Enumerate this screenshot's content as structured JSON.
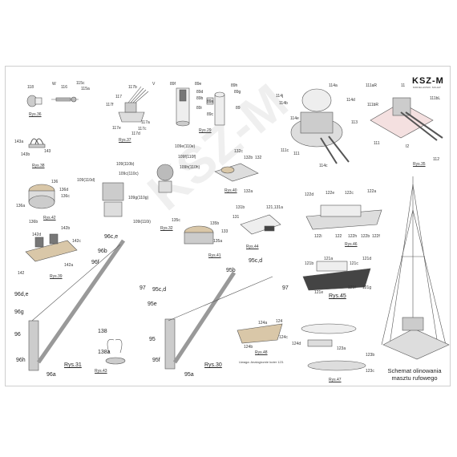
{
  "logo": {
    "main": "KSZ-M",
    "sub": "MODELARSKI SKLEP"
  },
  "watermark": "KSZ-M",
  "caption": {
    "line1": "Schemat olinowania",
    "line2": "masztu rufowego"
  },
  "figures": {
    "r36": "Rys.36",
    "r37": "Rys.37",
    "r29": "Rys.29",
    "r35": "Rys.35",
    "r38": "Rys.38",
    "r42": "Rys.42",
    "r32": "Rys.32",
    "r40": "Rys.40",
    "r44": "Rys.44",
    "r46": "Rys.46",
    "r41": "Rys.41",
    "r39": "Rys.39",
    "r45": "Rys.45",
    "r43": "Rys.43",
    "r31": "Rys.31",
    "r30": "Rys.30",
    "r48": "Rys.48",
    "r47": "Rys.47"
  },
  "note": "Uwaga: Analogicznie kuter 123.",
  "labels": {
    "l118": "118",
    "lW": "W",
    "l116": "116",
    "l115c": "115c",
    "l115a": "115a",
    "l117b": "117b",
    "lV": "V",
    "l117": "117",
    "l117f": "117f",
    "l117a": "117a",
    "l117e": "117e",
    "l117c": "117c",
    "l117d": "117d",
    "l89f": "89f",
    "l89e": "89e",
    "l89d": "89d",
    "l89b": "89b",
    "l89a": "89a",
    "l89i": "89i",
    "l89h": "89h",
    "l89g": "89g",
    "l89c": "89c",
    "l89": "89",
    "l114j": "114j",
    "l114b": "114b",
    "l114a": "114a",
    "l114d": "114d",
    "l114e": "114e",
    "l113": "113",
    "l111c": "111c",
    "l111": "111",
    "l114c": "114c",
    "l111aR": "111aR",
    "l11": "11",
    "l111bR": "111bR",
    "l111bL": "111bL",
    "l111b": "111",
    "l12": "I2",
    "l112": "112",
    "l143a": "143a",
    "l143b": "143b",
    "l143": "143",
    "l136": "136",
    "l136d": "136d",
    "l136c": "136c",
    "l136a": "136a",
    "l136b": "136b",
    "l109d": "109(110d)",
    "l109e": "109e(110e)",
    "l109h": "109h(110h)",
    "l109b": "109(110b)",
    "l109c": "109c(110c)",
    "l109f": "109f(110f)",
    "l109g": "109g(110g)",
    "l109i": "109i(110i)",
    "l132c": "132c",
    "l132b": "132b",
    "l132": "132",
    "l132a": "132a",
    "l131b": "131b",
    "l131a": "121,131a",
    "l131": "131",
    "l133": "133",
    "l135c": "135c",
    "l135b": "135b",
    "l135a": "135a",
    "l122d": "122d",
    "l122e": "122e",
    "l122c": "122c",
    "l122a": "122a",
    "l122i": "122i",
    "l122": "122",
    "l122h": "122h",
    "l122b": "122b",
    "l122f": "122f",
    "l142d": "142d",
    "l142b": "142b",
    "l142c": "142c",
    "l142": "142",
    "l142a": "142a",
    "l96ce": "96c,e",
    "l96b": "96b",
    "l96f": "96f",
    "l96de": "96d,e",
    "l96g": "96g",
    "l96": "96",
    "l96h": "96h",
    "l96a": "96a",
    "l97a": "97",
    "l138": "138",
    "l138a": "138a",
    "l95cd": "95c,d",
    "l95b": "95b",
    "l95cd2": "95c,d",
    "l95e": "95e",
    "l97b": "97",
    "l95": "95",
    "l95f": "95f",
    "l95a": "95a",
    "l121a": "121a",
    "l121b": "121b",
    "l121c": "121c",
    "l121d": "121d",
    "l121e": "121e",
    "l121f": "121f",
    "l121g": "121g",
    "l124": "124",
    "l124a": "124a",
    "l124b": "124b",
    "l124c": "124c",
    "l124d": "124d",
    "l123a": "123a",
    "l123b": "123b",
    "l123c": "123c"
  },
  "colors": {
    "line": "#555555",
    "fill_light": "#eeeeee",
    "fill_mid": "#cccccc",
    "fill_dark": "#777777",
    "wood": "#d9c7a8"
  }
}
